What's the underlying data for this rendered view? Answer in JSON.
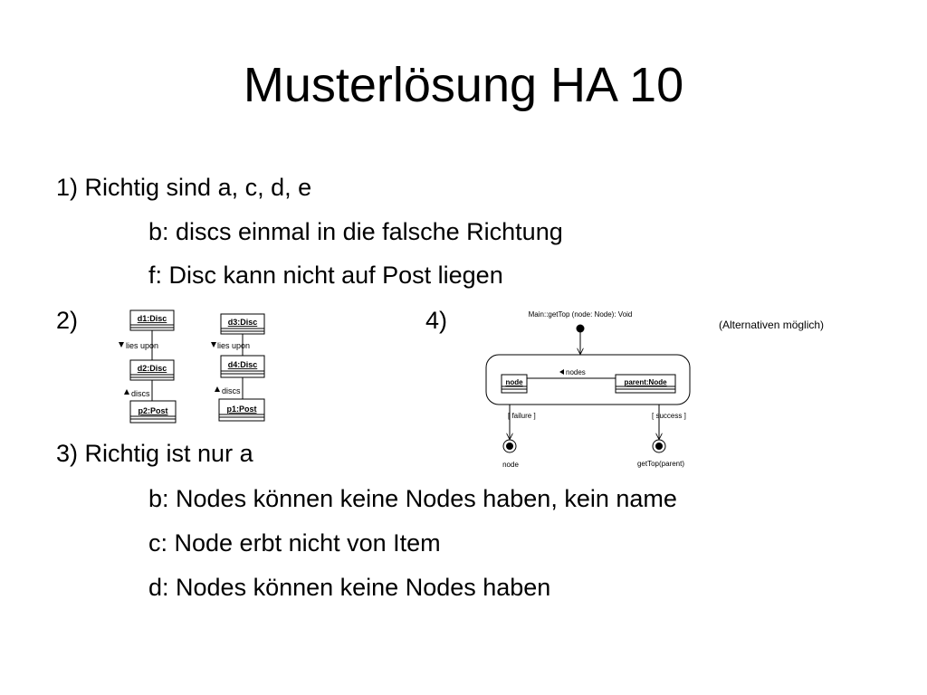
{
  "title": "Musterlösung HA 10",
  "item1": {
    "heading": "1) Richtig sind a, c, d, e",
    "detail_b": "b: discs einmal in die falsche Richtung",
    "detail_f": "f: Disc kann nicht auf Post liegen"
  },
  "item2": {
    "label": "2)",
    "diagram_left": {
      "top_object": "d1:Disc",
      "link_upper": "lies upon",
      "middle_object": "d2:Disc",
      "link_lower": "discs",
      "bottom_object": "p2:Post"
    },
    "diagram_right": {
      "top_object": "d3:Disc",
      "link_upper": "lies upon",
      "middle_object": "d4:Disc",
      "link_lower": "discs",
      "bottom_object": "p1:Post"
    }
  },
  "item4": {
    "label": "4)",
    "note": "(Alternativen möglich)",
    "diagram": {
      "method": "Main::getTop (node: Node): Void",
      "left_object": "node",
      "link": "nodes",
      "right_object": "parent:Node",
      "guard_left": "[ failure ]",
      "guard_right": "[ success ]",
      "end_left": "node",
      "end_right": "getTop(parent)"
    }
  },
  "item3": {
    "heading": "3) Richtig ist nur a",
    "detail_b": "b: Nodes können keine Nodes haben, kein name",
    "detail_c": "c: Node erbt nicht von Item",
    "detail_d": "d: Nodes können keine Nodes haben"
  }
}
